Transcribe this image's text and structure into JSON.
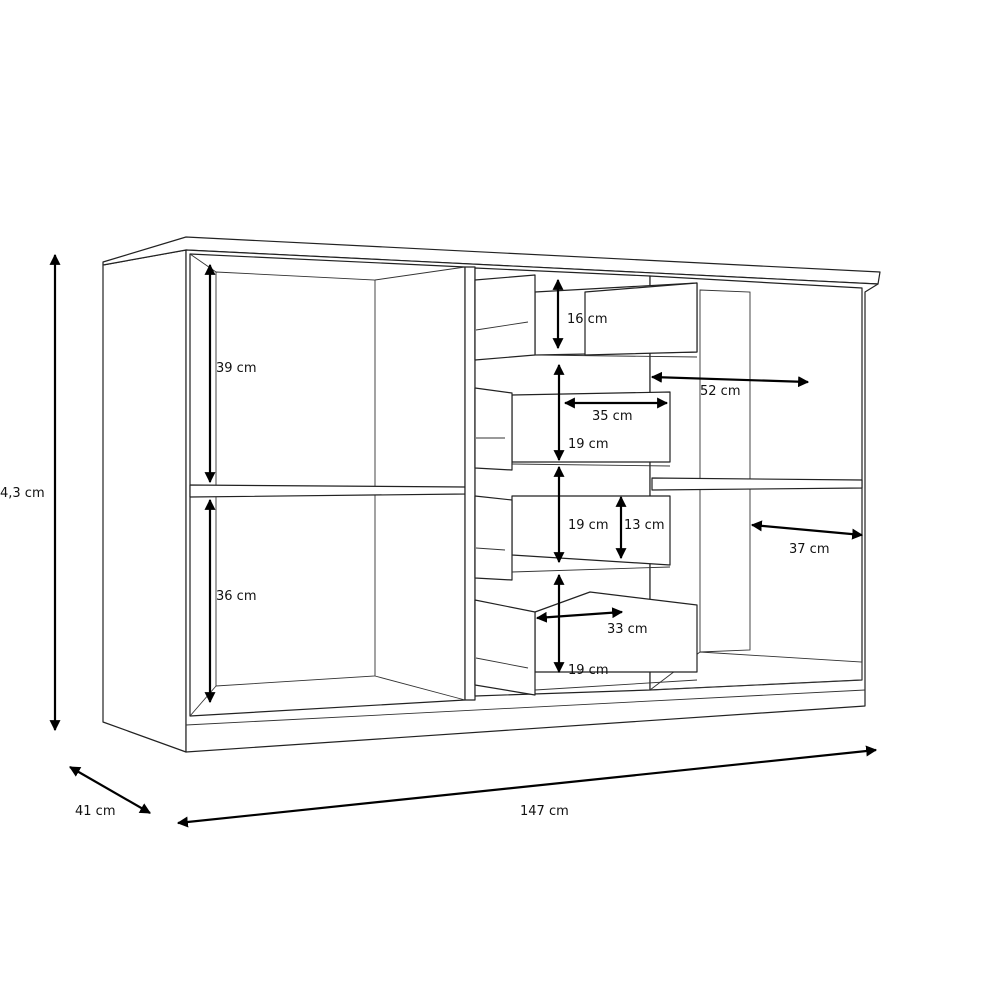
{
  "dimensions": {
    "height_total": "4,3 cm",
    "depth": "41 cm",
    "width": "147 cm",
    "left_upper_height": "39 cm",
    "left_lower_height": "36 cm",
    "drawer1_height": "16 cm",
    "drawer_inner_width": "35 cm",
    "drawer2_height": "19 cm",
    "drawer3_height": "19 cm",
    "drawer3_inner_height": "13 cm",
    "drawer4_depth": "33 cm",
    "drawer4_height": "19 cm",
    "right_upper_width": "52 cm",
    "right_shelf_depth": "37 cm"
  }
}
